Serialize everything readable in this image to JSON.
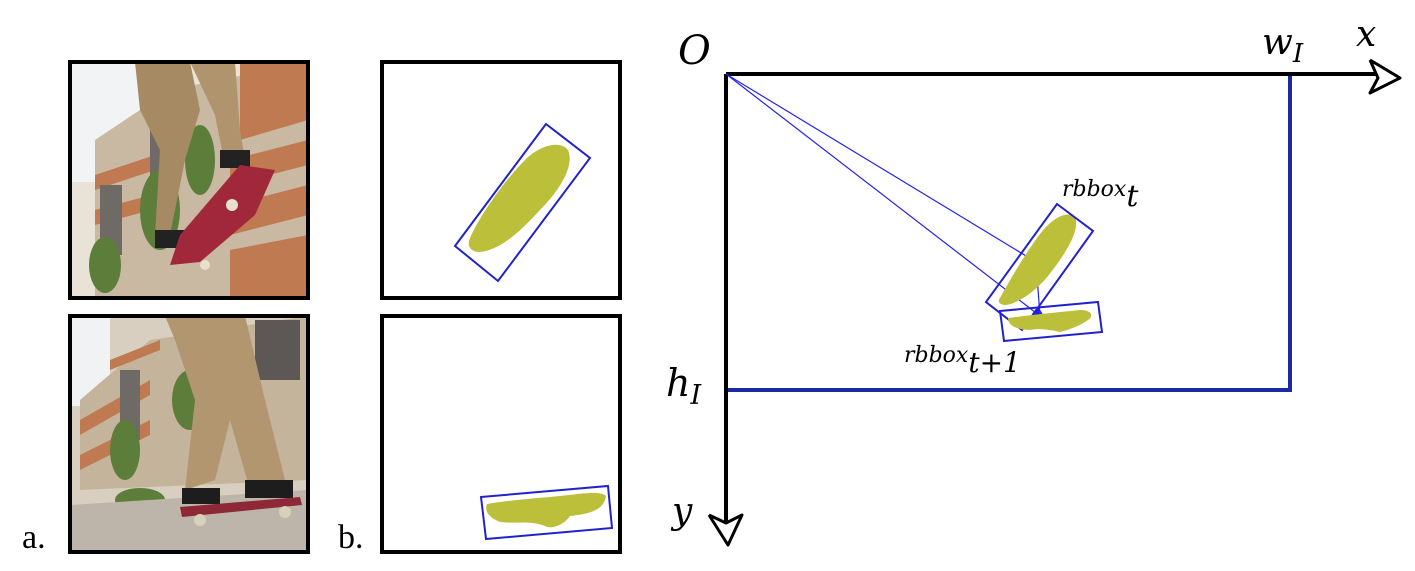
{
  "panels": {
    "a_label": "a.",
    "b_label": "b."
  },
  "axes": {
    "origin": "O",
    "x_axis": "x",
    "y_axis": "y",
    "width_label": {
      "base": "w",
      "sub": "I"
    },
    "height_label": {
      "base": "h",
      "sub": "I"
    }
  },
  "boxes": {
    "box_t": {
      "base": "rbbox",
      "sub": "t"
    },
    "box_t1": {
      "base": "rbbox",
      "sub": "t+1"
    }
  },
  "colors": {
    "frame_blue": "#1a2aa0",
    "box_blue": "#2222cc",
    "mask_yellow": "#bcbf3a",
    "axis_black": "#000000"
  }
}
